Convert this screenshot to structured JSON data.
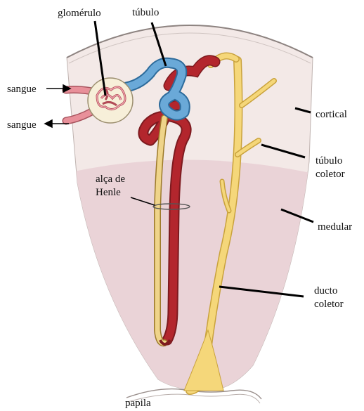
{
  "labels": {
    "glomerulo": "glomérulo",
    "tubulo": "túbulo",
    "sangue_in": "sangue",
    "sangue_out": "sangue",
    "cortical": "cortical",
    "tubulo_coletor_1": "túbulo",
    "tubulo_coletor_2": "coletor",
    "alca_1": "alça de",
    "alca_2": "Henle",
    "medular": "medular",
    "ducto_1": "ducto",
    "ducto_2": "coletor",
    "papila": "papila"
  },
  "colors": {
    "cortex": "#f3e9e7",
    "medulla": "#ead3d7",
    "collecting_duct": "#f5d77a",
    "collecting_duct_edge": "#c9a23c",
    "proximal_tubule": "#6aa9d8",
    "tubule_red": "#b3262d",
    "capillary_pink": "#e8909a",
    "capsule": "#f7efd9"
  }
}
